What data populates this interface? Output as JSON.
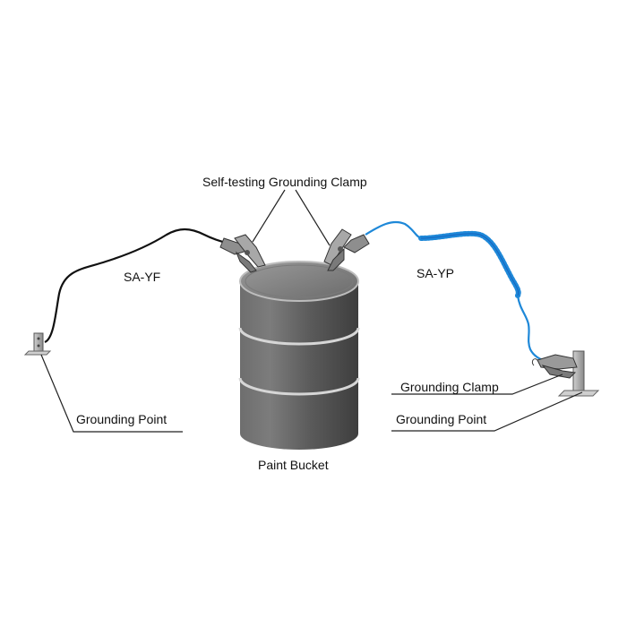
{
  "labels": {
    "self_testing_clamp": "Self-testing Grounding Clamp",
    "sa_yf": "SA-YF",
    "sa_yp": "SA-YP",
    "grounding_point_left": "Grounding Point",
    "grounding_clamp_right": "Grounding Clamp",
    "grounding_point_right": "Grounding Point",
    "paint_bucket": "Paint Bucket"
  },
  "colors": {
    "black_cable": "#111111",
    "blue_cable": "#1e88d8",
    "drum_body": "#5a5a5a",
    "drum_top": "#8a8a8a",
    "clamp_metal": "#9a9a9a",
    "leader_line": "#222222"
  }
}
